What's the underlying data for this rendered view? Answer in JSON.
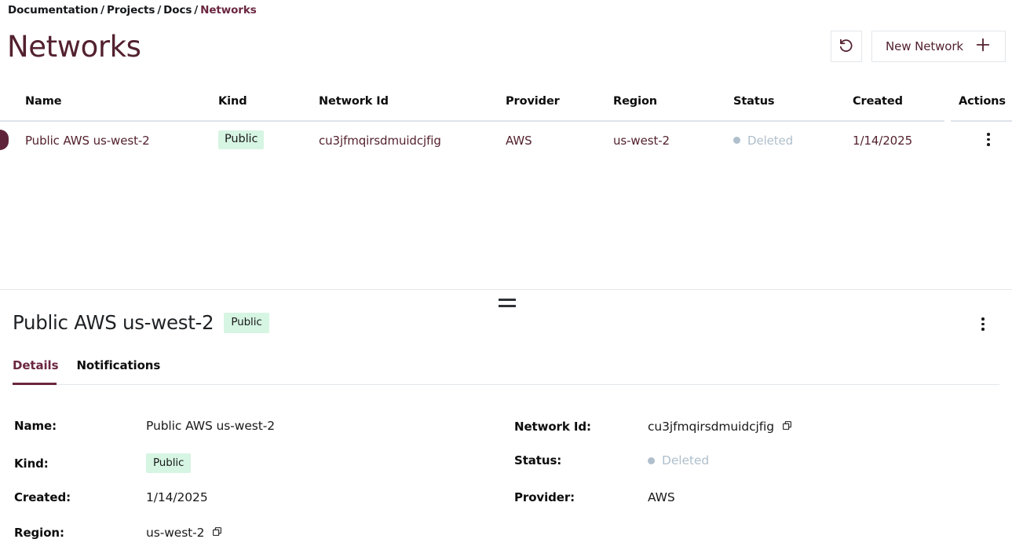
{
  "breadcrumb": {
    "items": [
      {
        "label": "Documentation",
        "current": false
      },
      {
        "label": "Projects",
        "current": false
      },
      {
        "label": "Docs",
        "current": false
      },
      {
        "label": "Networks",
        "current": true
      }
    ],
    "separator": "/"
  },
  "header": {
    "title": "Networks",
    "refresh_icon": "refresh-icon",
    "new_network_label": "New Network",
    "plus_icon": "plus-icon"
  },
  "table": {
    "columns": [
      {
        "key": "name",
        "label": "Name"
      },
      {
        "key": "kind",
        "label": "Kind"
      },
      {
        "key": "network_id",
        "label": "Network Id"
      },
      {
        "key": "provider",
        "label": "Provider"
      },
      {
        "key": "region",
        "label": "Region"
      },
      {
        "key": "status",
        "label": "Status"
      },
      {
        "key": "created",
        "label": "Created"
      },
      {
        "key": "actions",
        "label": "Actions"
      }
    ],
    "rows": [
      {
        "name": "Public AWS us-west-2",
        "kind": "Public",
        "network_id": "cu3jfmqirsdmuidcjfig",
        "provider": "AWS",
        "region": "us-west-2",
        "status": "Deleted",
        "created": "1/14/2025",
        "selected": true,
        "actions_icon": "kebab-menu-icon"
      }
    ]
  },
  "detail": {
    "title": "Public AWS us-west-2",
    "badge": "Public",
    "menu_icon": "kebab-menu-icon",
    "drag_handle_icon": "drag-handle-icon",
    "tabs": [
      {
        "label": "Details",
        "active": true
      },
      {
        "label": "Notifications",
        "active": false
      }
    ],
    "fields_left": [
      {
        "label": "Name:",
        "value": "Public AWS us-west-2",
        "type": "text",
        "copy": false
      },
      {
        "label": "Kind:",
        "value": "Public",
        "type": "badge",
        "copy": false
      },
      {
        "label": "Created:",
        "value": "1/14/2025",
        "type": "text",
        "copy": false
      },
      {
        "label": "Region:",
        "value": "us-west-2",
        "type": "text",
        "copy": true
      }
    ],
    "fields_right": [
      {
        "label": "Network Id:",
        "value": "cu3jfmqirsdmuidcjfig",
        "type": "text",
        "copy": true
      },
      {
        "label": "Status:",
        "value": "Deleted",
        "type": "status",
        "copy": false
      },
      {
        "label": "Provider:",
        "value": "AWS",
        "type": "text",
        "copy": false
      }
    ],
    "copy_icon": "copy-icon"
  },
  "colors": {
    "accent": "#53212f",
    "accent_link": "#6b2740",
    "badge_bg": "#d6f5e3",
    "status_muted": "#afbfcc",
    "divider": "#dfe3e8",
    "border": "#e3e6ea"
  }
}
